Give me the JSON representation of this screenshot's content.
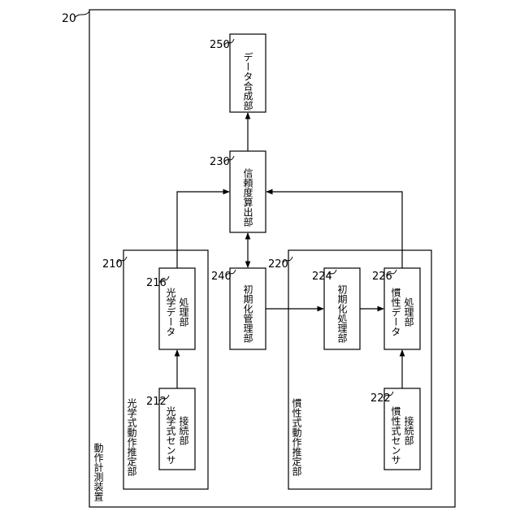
{
  "diagram": {
    "labels": {
      "device_ref": "20",
      "device_name": "動作計測装置",
      "optical_ref": "210",
      "optical_name": "光学式動作推定部",
      "inertial_ref": "220",
      "inertial_name": "慣性式動作推定部",
      "data_synth_ref": "250",
      "data_synth_name": "データ合成部",
      "reliability_ref": "230",
      "reliability_name": "信頼度算出部",
      "init_mgmt_ref": "240",
      "init_mgmt_name": "初期化管理部",
      "opt_data_ref": "216",
      "opt_data_name_1": "光学データ",
      "opt_data_name_2": "処理部",
      "opt_sensor_ref": "212",
      "opt_sensor_name_1": "光学式センサ",
      "opt_sensor_name_2": "接続部",
      "init_proc_ref": "224",
      "init_proc_name": "初期化処理部",
      "inertial_data_ref": "226",
      "inertial_data_name_1": "慣性データ",
      "inertial_data_name_2": "処理部",
      "inertial_sensor_ref": "222",
      "inertial_sensor_name_1": "慣性式センサ",
      "inertial_sensor_name_2": "接続部"
    }
  }
}
